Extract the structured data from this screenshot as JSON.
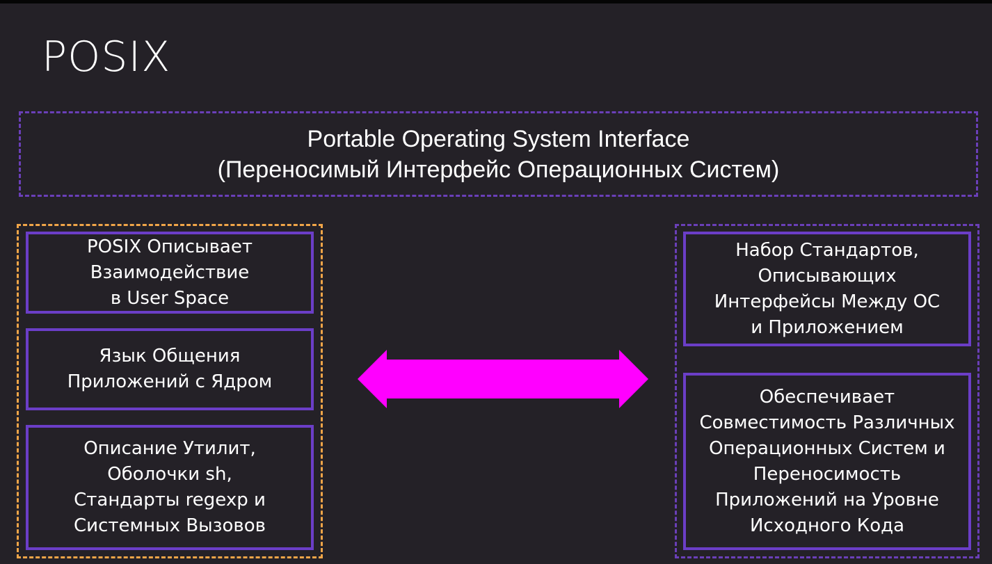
{
  "title": "POSIX",
  "definition": {
    "line1": "Portable Operating System Interface",
    "line2": "(Переносимый Интерфейс Операционных Систем)"
  },
  "left_cards": [
    {
      "lines": [
        "POSIX Описывает",
        "Взаимодействие",
        "в User Space"
      ]
    },
    {
      "lines": [
        "Язык Общения",
        "Приложений с Ядром"
      ]
    },
    {
      "lines": [
        "Описание Утилит,",
        "Оболочки sh,",
        "Стандарты regexp и",
        "Системных Вызовов"
      ]
    }
  ],
  "right_cards": [
    {
      "lines": [
        "Набор Стандартов,",
        "Описывающих",
        "Интерфейсы Между ОС",
        "и Приложением"
      ]
    },
    {
      "lines": [
        "Обеспечивает",
        "Совместимость Различных",
        "Операционных Систем и",
        "Переносимость",
        "Приложений на Уровне",
        "Исходного Кода"
      ]
    }
  ],
  "colors": {
    "background": "#242127",
    "border_purple": "#6b3ec7",
    "border_orange": "#f0a548",
    "arrow_magenta": "#ff00ff"
  }
}
